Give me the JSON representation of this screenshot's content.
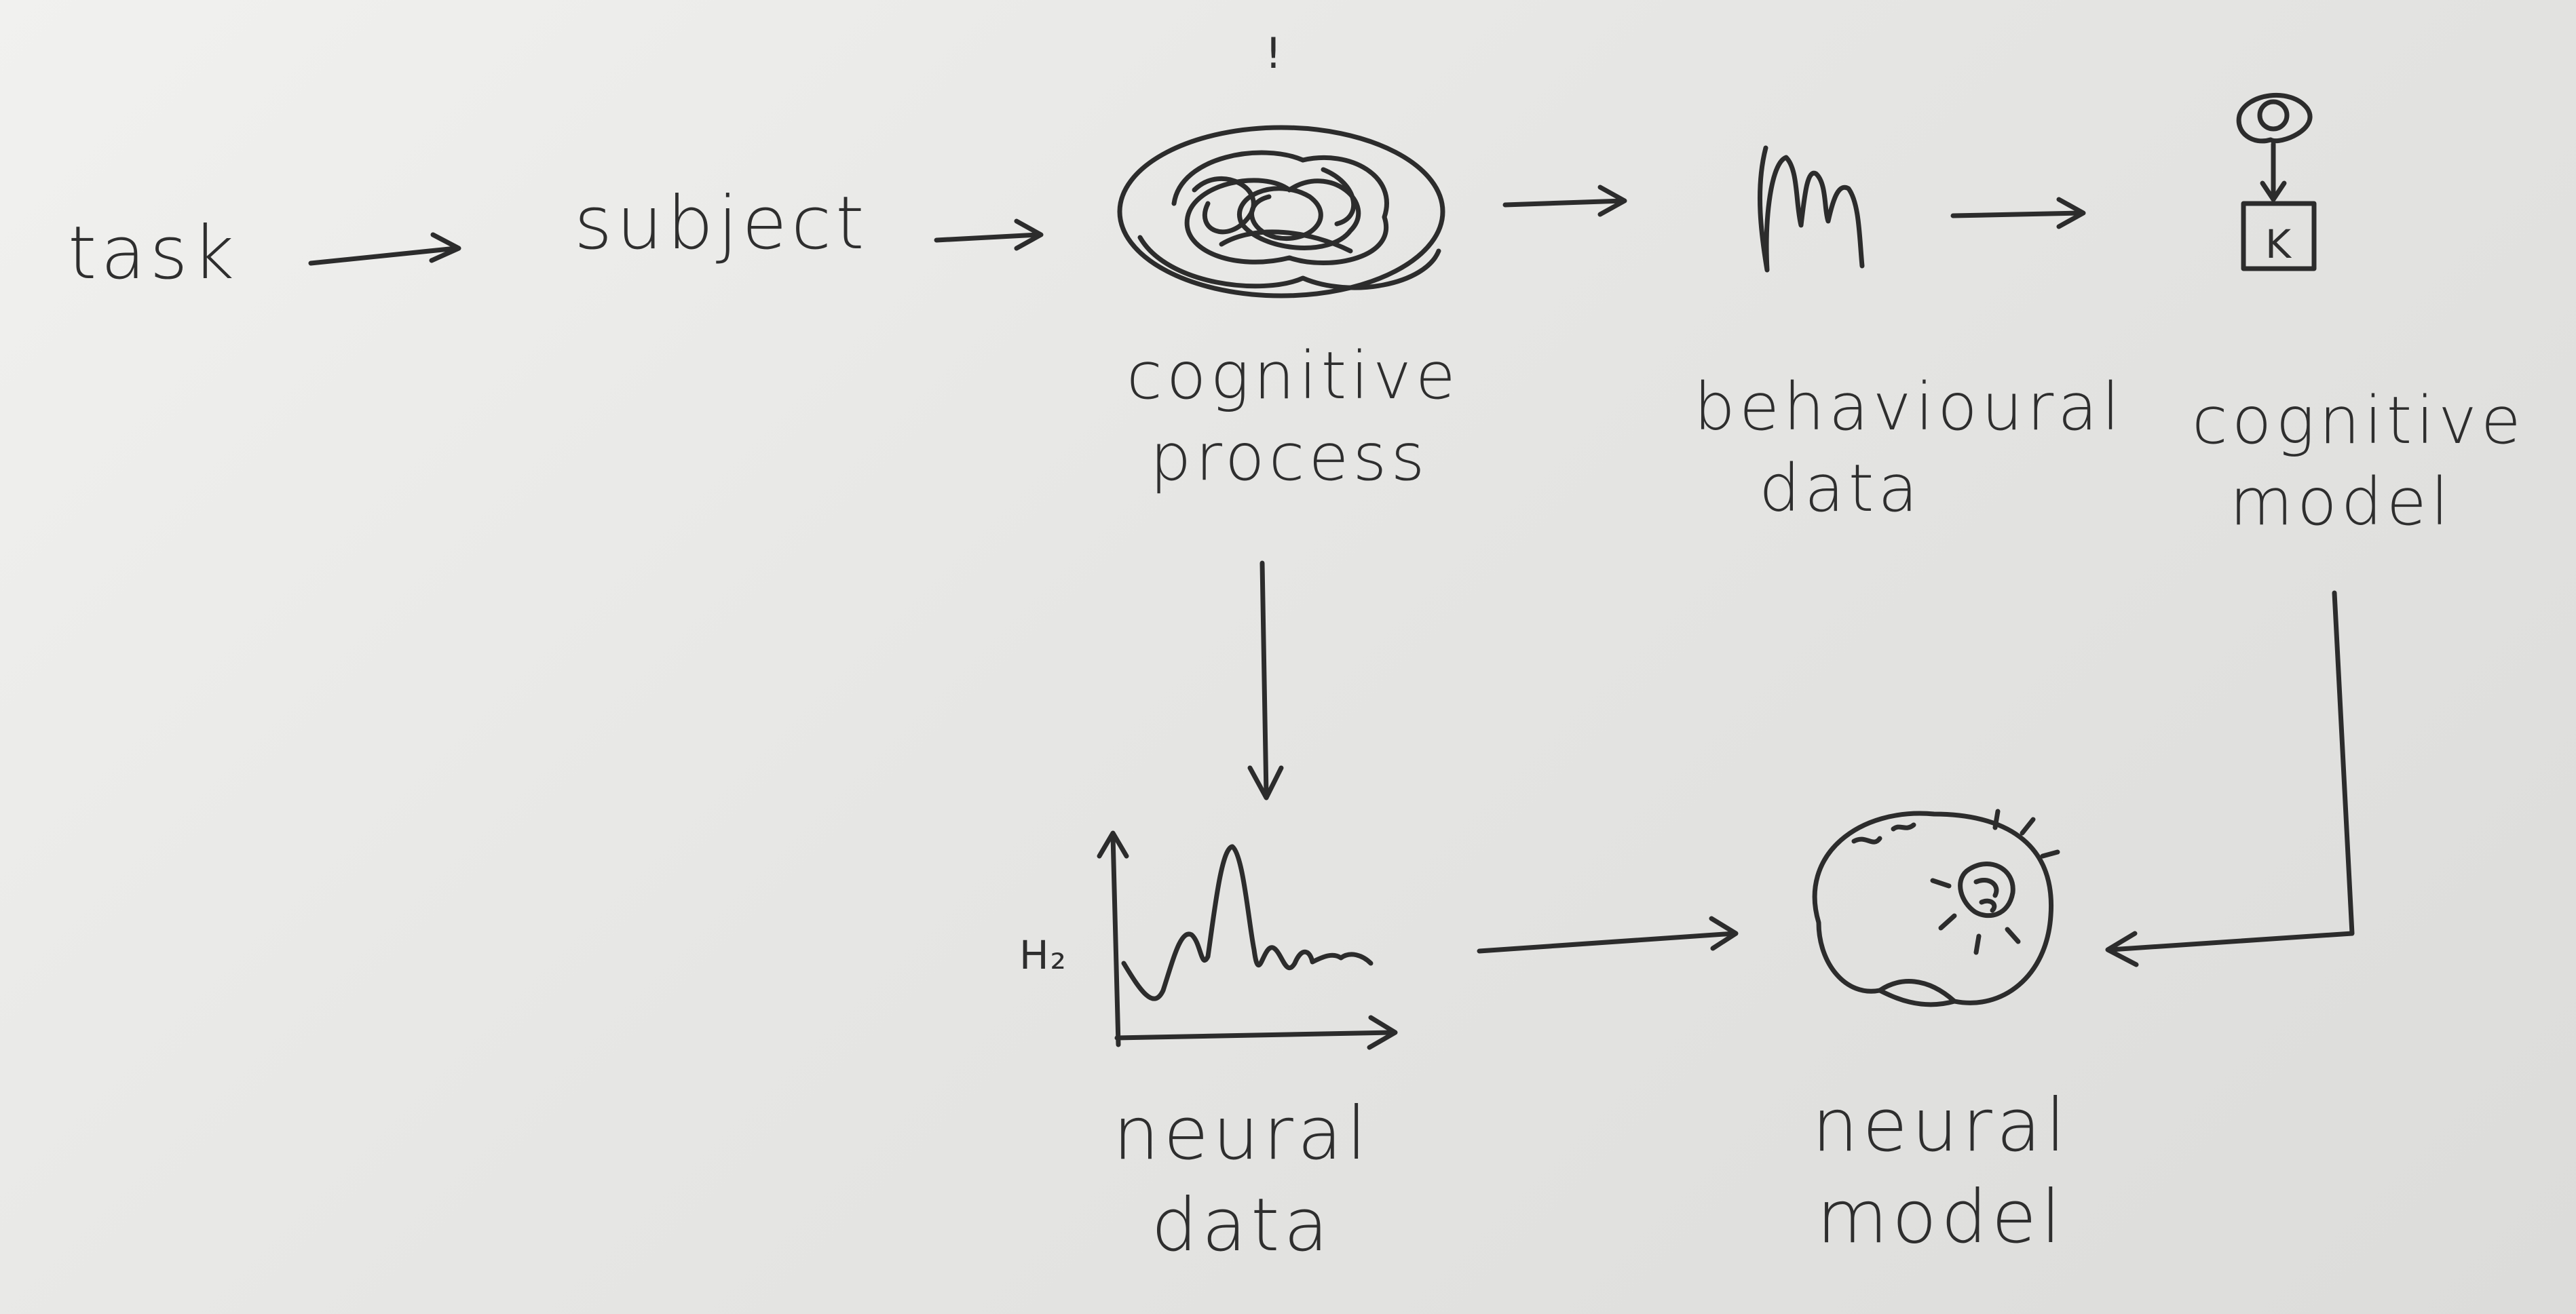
{
  "nodes": {
    "task": "task",
    "subject": "subject",
    "cognitive_process": [
      "cognitive",
      "process"
    ],
    "cognitive_process_mark": "!",
    "behavioural_data": [
      "behavioural",
      "data"
    ],
    "cognitive_model": [
      "cognitive",
      "model"
    ],
    "cognitive_model_box": "K",
    "neural_data": [
      "neural",
      "data"
    ],
    "neural_data_axis": "H₂",
    "neural_model": [
      "neural",
      "model"
    ]
  },
  "edges": [
    [
      "task",
      "subject"
    ],
    [
      "subject",
      "cognitive_process"
    ],
    [
      "cognitive_process",
      "behavioural_data"
    ],
    [
      "behavioural_data",
      "cognitive_model"
    ],
    [
      "cognitive_process",
      "neural_data"
    ],
    [
      "neural_data",
      "neural_model"
    ],
    [
      "cognitive_model",
      "neural_model"
    ]
  ]
}
